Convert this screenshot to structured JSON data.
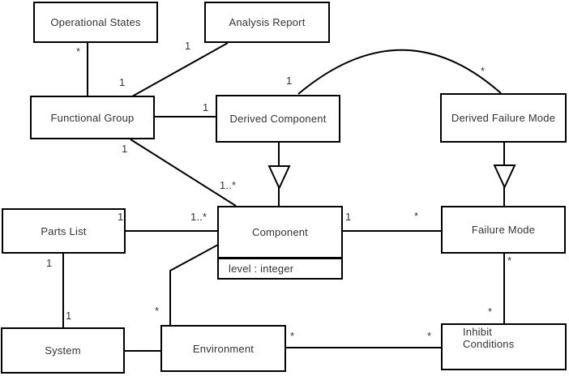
{
  "diagram": {
    "kind": "uml-class-diagram",
    "background_color": "#ffffff",
    "line_color": "#000000",
    "text_color": "#333333",
    "classes": [
      {
        "name": "Operational States"
      },
      {
        "name": "Analysis Report"
      },
      {
        "name": "Functional Group"
      },
      {
        "name": "Derived Component"
      },
      {
        "name": "Derived Failure Mode"
      },
      {
        "name": "Parts List"
      },
      {
        "name": "Component",
        "attributes": [
          "level : integer"
        ]
      },
      {
        "name": "Failure Mode"
      },
      {
        "name": "System"
      },
      {
        "name": "Environment"
      },
      {
        "name": "Inhibit Conditions",
        "name_lines": [
          "Inhibit",
          "Conditions"
        ]
      }
    ],
    "multiplicities": [
      {
        "at": "operational-states-end",
        "text": "*"
      },
      {
        "at": "functional-group-top",
        "text": "1"
      },
      {
        "at": "analysis-report-end",
        "text": "1"
      },
      {
        "at": "derived-component-left-end",
        "text": "1"
      },
      {
        "at": "arc-derived-component-end",
        "text": "1"
      },
      {
        "at": "arc-derived-failure-mode-end",
        "text": "*"
      },
      {
        "at": "functional-group-bottom",
        "text": "1"
      },
      {
        "at": "component-end-of-functional-group-link",
        "text": "1..*"
      },
      {
        "at": "component-end-of-parts-list-link",
        "text": "1..*"
      },
      {
        "at": "parts-list-right-end",
        "text": "1"
      },
      {
        "at": "component-right-end",
        "text": "1"
      },
      {
        "at": "failure-mode-left-end",
        "text": "*"
      },
      {
        "at": "parts-list-bottom-end",
        "text": "1"
      },
      {
        "at": "system-top-end",
        "text": "1"
      },
      {
        "at": "environment-top-end",
        "text": "*"
      },
      {
        "at": "environment-right-end",
        "text": "*"
      },
      {
        "at": "inhibit-conditions-left-end",
        "text": "*"
      },
      {
        "at": "failure-mode-bottom-end",
        "text": "*"
      },
      {
        "at": "inhibit-conditions-top-end",
        "text": "*"
      }
    ],
    "relationships": [
      {
        "from": "Operational States",
        "to": "Functional Group",
        "type": "association",
        "end_labels": [
          "*",
          "1"
        ]
      },
      {
        "from": "Analysis Report",
        "to": "Functional Group",
        "type": "association",
        "end_labels": [
          "1"
        ]
      },
      {
        "from": "Functional Group",
        "to": "Derived Component",
        "type": "association",
        "end_labels": [
          "1"
        ]
      },
      {
        "from": "Derived Component",
        "to": "Derived Failure Mode",
        "type": "association-arc",
        "end_labels": [
          "1",
          "*"
        ]
      },
      {
        "from": "Derived Component",
        "to": "Component",
        "type": "generalization"
      },
      {
        "from": "Derived Failure Mode",
        "to": "Failure Mode",
        "type": "generalization"
      },
      {
        "from": "Functional Group",
        "to": "Component",
        "type": "association",
        "end_labels": [
          "1",
          "1..*"
        ]
      },
      {
        "from": "Parts List",
        "to": "Component",
        "type": "association",
        "end_labels": [
          "1",
          "1..*"
        ]
      },
      {
        "from": "Component",
        "to": "Failure Mode",
        "type": "association",
        "end_labels": [
          "1",
          "*"
        ]
      },
      {
        "from": "Parts List",
        "to": "System",
        "type": "association",
        "end_labels": [
          "1",
          "1"
        ]
      },
      {
        "from": "System",
        "to": "Environment",
        "type": "association",
        "end_labels": []
      },
      {
        "from": "Component",
        "to": "Environment",
        "type": "association",
        "end_labels": [
          "*"
        ]
      },
      {
        "from": "Environment",
        "to": "Inhibit Conditions",
        "type": "association",
        "end_labels": [
          "*",
          "*"
        ]
      },
      {
        "from": "Failure Mode",
        "to": "Inhibit Conditions",
        "type": "association",
        "end_labels": [
          "*",
          "*"
        ]
      }
    ]
  }
}
